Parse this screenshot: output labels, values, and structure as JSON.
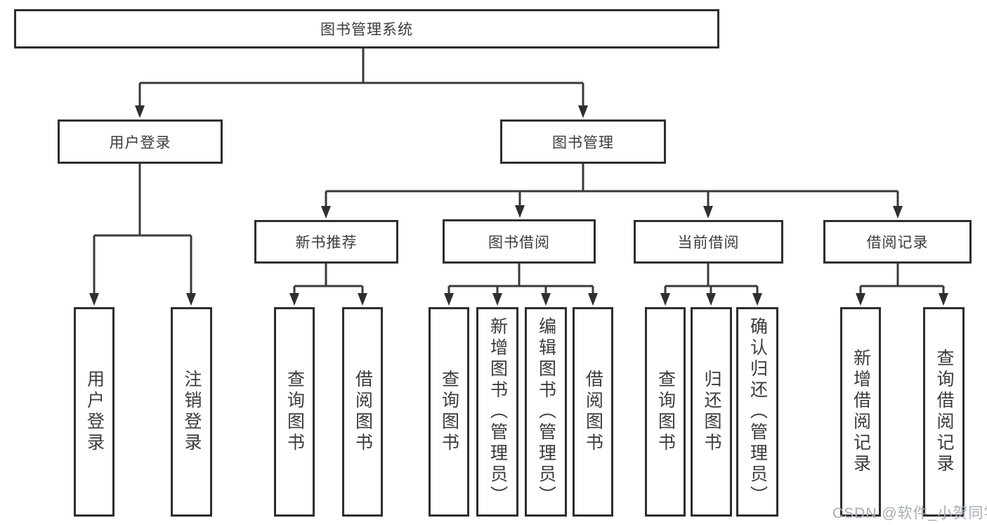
{
  "tree": {
    "root": {
      "label": "图书管理系统"
    },
    "branches": [
      {
        "label": "用户登录",
        "children": [
          "用户登录",
          "注销登录"
        ]
      },
      {
        "label": "图书管理",
        "groups": [
          {
            "label": "新书推荐",
            "children": [
              "查询图书",
              "借阅图书"
            ]
          },
          {
            "label": "图书借阅",
            "children": [
              "查询图书",
              "新增图书（管理员）",
              "编辑图书（管理员）",
              "借阅图书"
            ]
          },
          {
            "label": "当前借阅",
            "children": [
              "查询图书",
              "归还图书",
              "确认归还（管理员）"
            ]
          },
          {
            "label": "借阅记录",
            "children": [
              "新增借阅记录",
              "查询借阅记录"
            ]
          }
        ]
      }
    ]
  },
  "watermark": {
    "text": "CSDN @软件_小贺同学"
  },
  "colors": {
    "line": "#3a3a3a",
    "arrow": "#2f2f2f",
    "box_border": "#2e2e2e",
    "text": "#3b3b3b",
    "watermark": "#a9adb2",
    "background": "#ffffff"
  }
}
